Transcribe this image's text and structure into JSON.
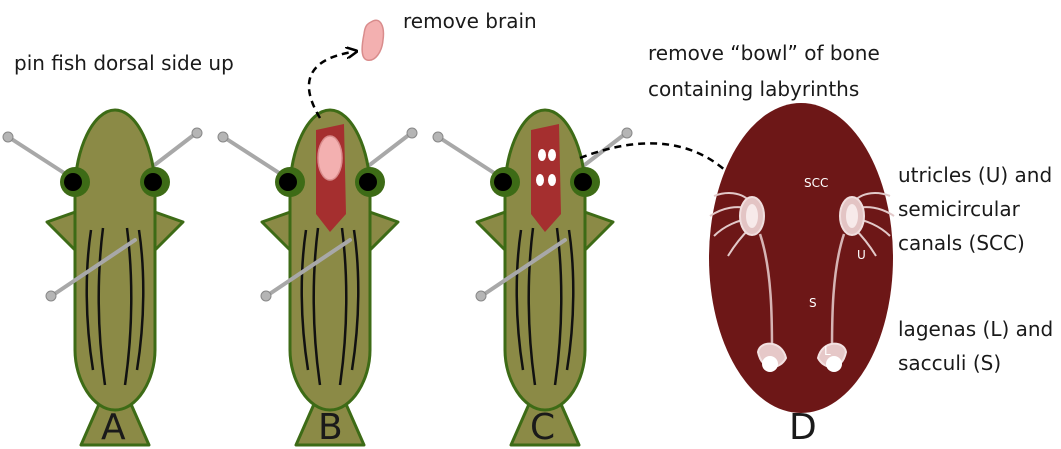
{
  "captions": {
    "pin": "pin fish dorsal side up",
    "brain": "remove brain",
    "bowl_line1": "remove “bowl” of bone",
    "bowl_line2": "containing labyrinths",
    "utricle_line1": "utricles (U) and",
    "utricle_line2": "semicircular",
    "utricle_line3": "canals (SCC)",
    "lagena_line1": "lagenas (L) and",
    "lagena_line2": "sacculi (S)"
  },
  "panel_labels": {
    "a": "A",
    "b": "B",
    "c": "C",
    "d": "D"
  },
  "inner_labels": {
    "scc": "SCC",
    "u": "U",
    "s": "S",
    "l": "L"
  },
  "colors": {
    "fish_body": "#8b8a46",
    "fish_outline": "#3d6b16",
    "bone_red": "#a52f2f",
    "brain_pink": "#f3b0b0",
    "labyrinth_bowl": "#6d1717",
    "pin_gray": "#a8a8a8"
  }
}
